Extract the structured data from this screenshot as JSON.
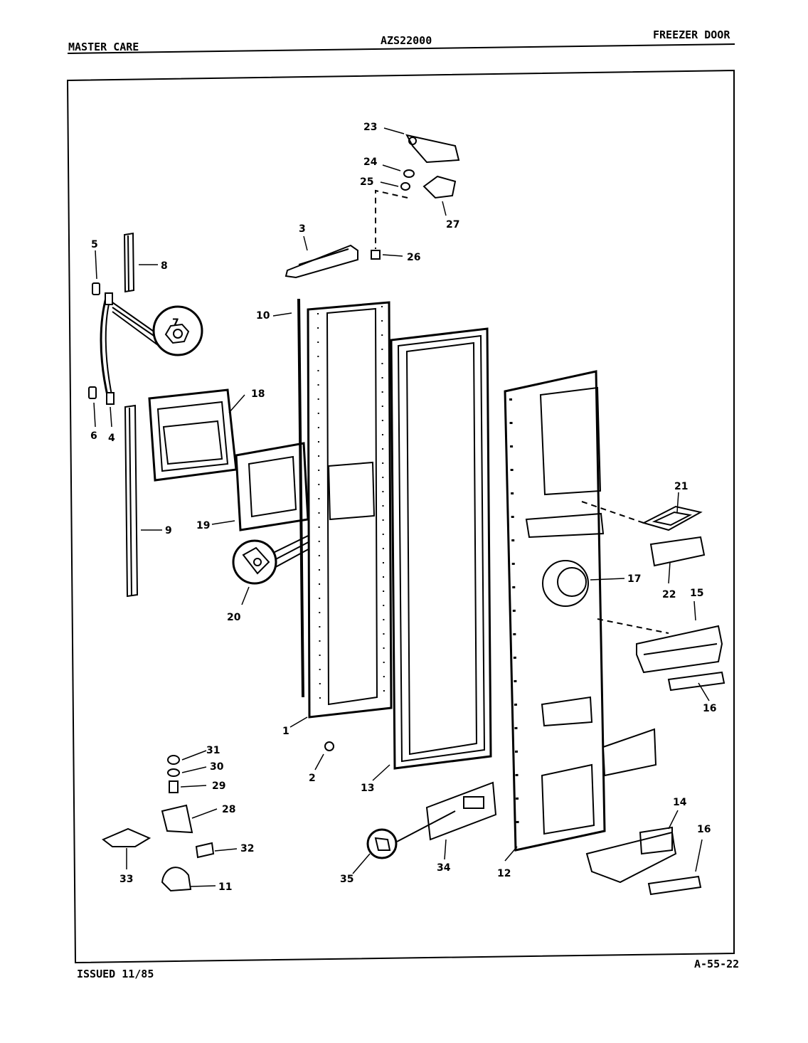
{
  "header": {
    "left": "MASTER CARE",
    "center": "AZS22000",
    "right": "FREEZER DOOR"
  },
  "footer": {
    "left": "ISSUED 11/85",
    "right": "A-55-22"
  },
  "callouts": [
    "1",
    "2",
    "3",
    "4",
    "5",
    "6",
    "7",
    "8",
    "9",
    "10",
    "11",
    "12",
    "13",
    "14",
    "15",
    "16",
    "16",
    "17",
    "18",
    "19",
    "20",
    "21",
    "22",
    "23",
    "24",
    "25",
    "26",
    "27",
    "28",
    "29",
    "30",
    "31",
    "32",
    "33",
    "34",
    "35"
  ]
}
